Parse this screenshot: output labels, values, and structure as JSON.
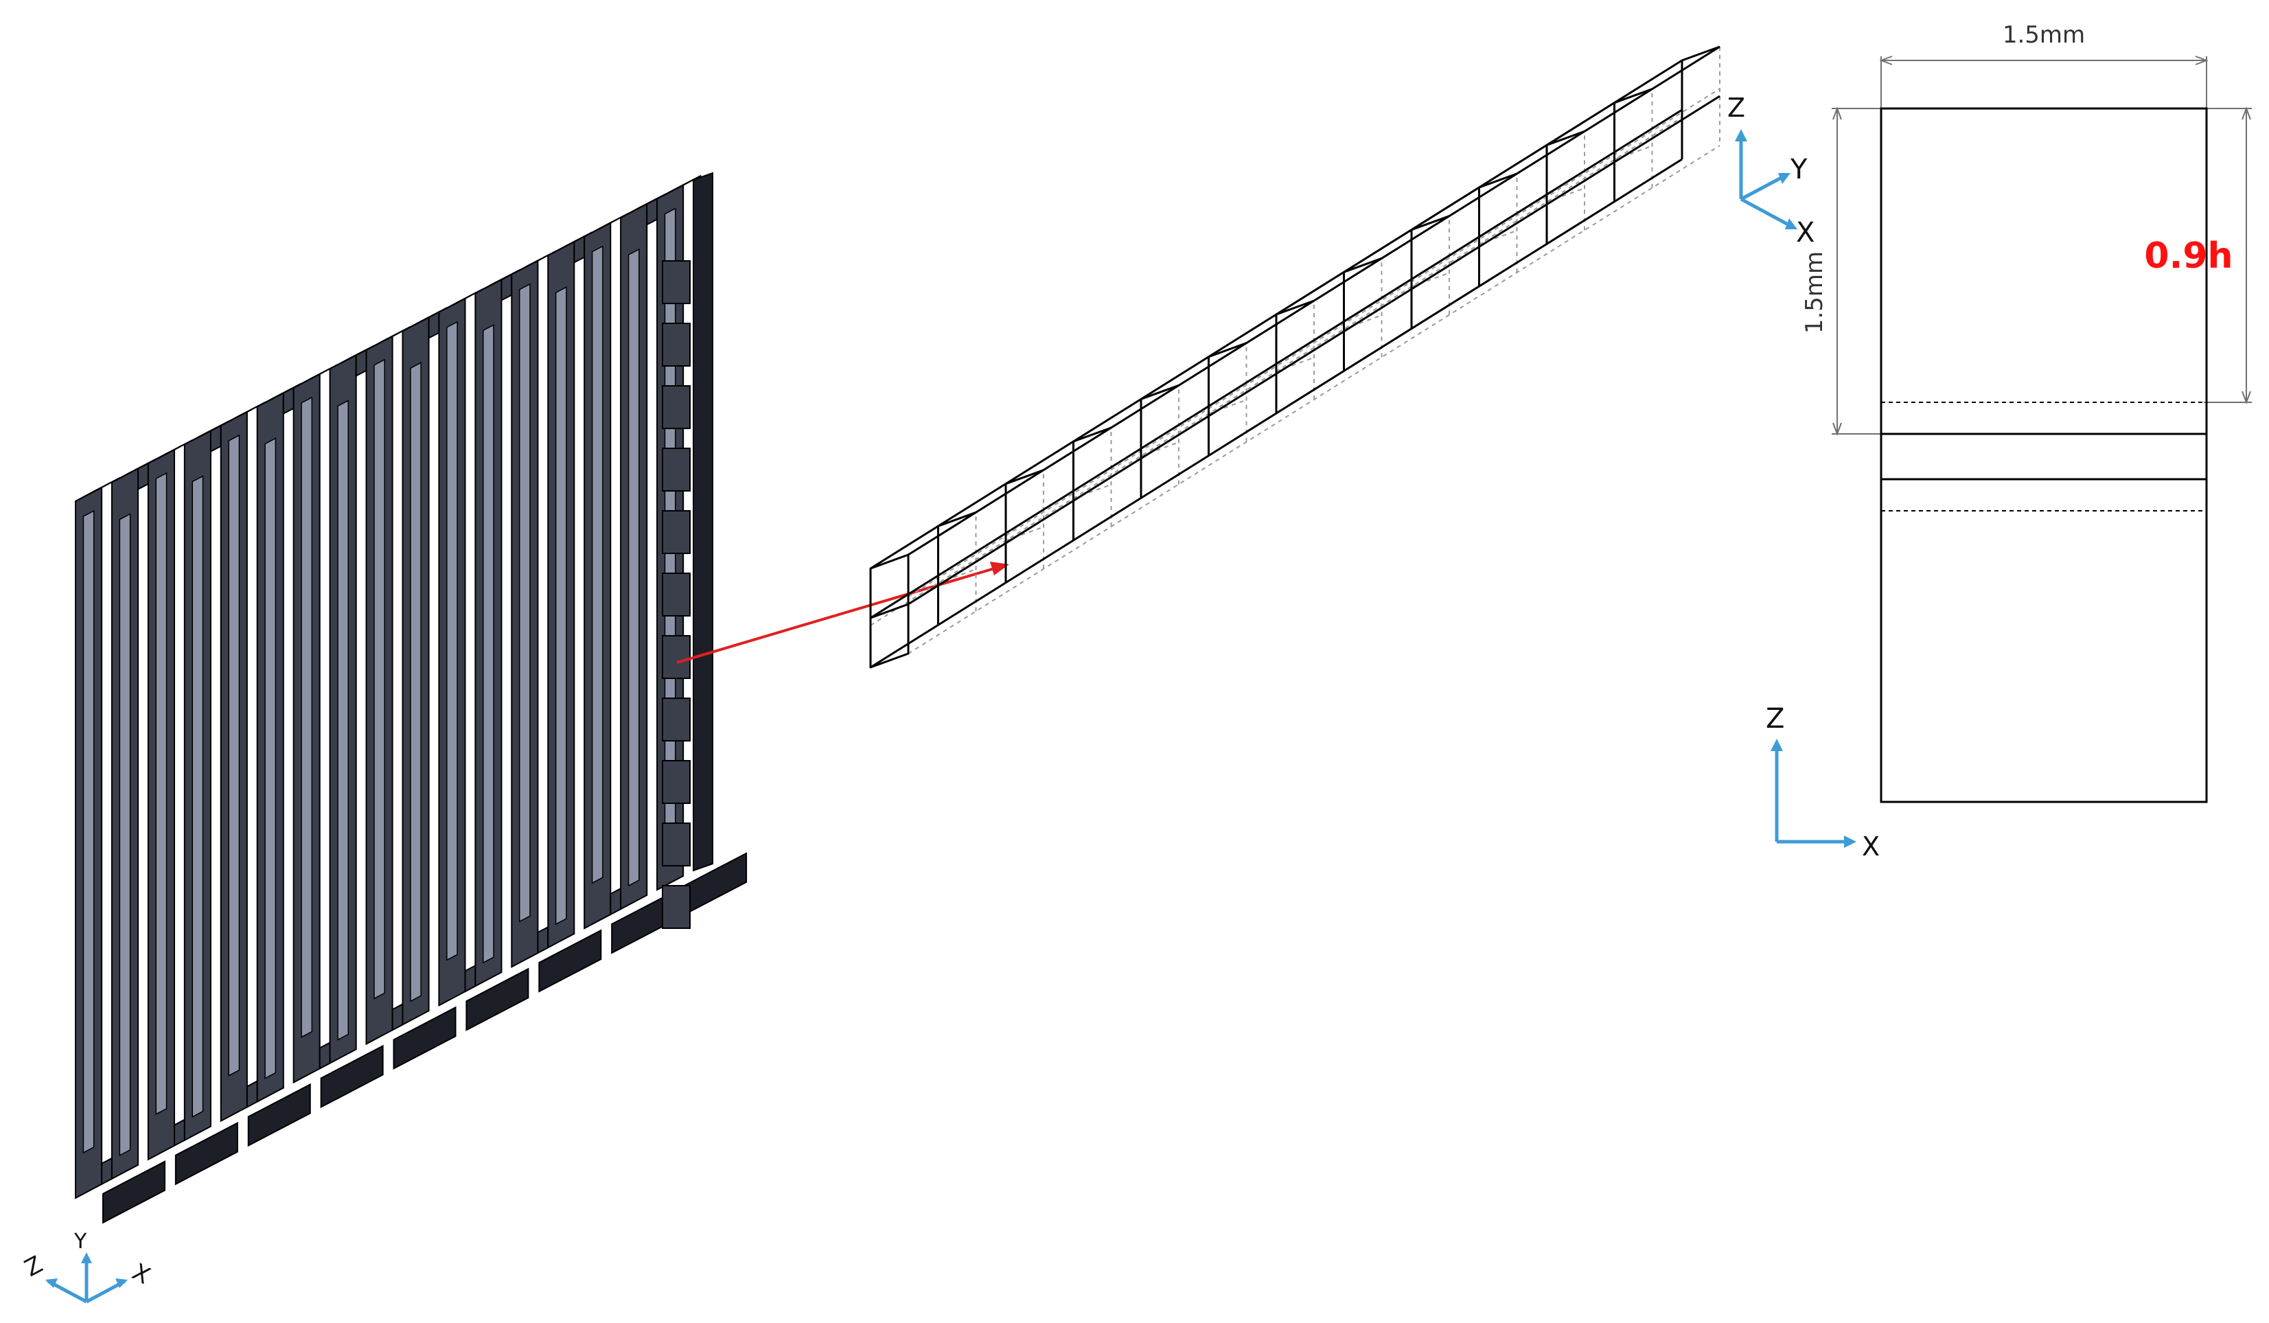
{
  "colors": {
    "solid_face": "#3b3f4c",
    "solid_dark": "#1c1f28",
    "slot": "#8d93a6",
    "edge": "#000000",
    "hidden_edge": "#9a9a9a",
    "axis_arrow": "#3f9bd6",
    "connector": "#e02020",
    "highlight": "#ff1010",
    "dimension_line": "#707070"
  },
  "left_view": {
    "triad_axes": [
      "Z",
      "Y",
      "X"
    ]
  },
  "middle_view": {
    "triad_axes": [
      "Z",
      "Y",
      "X"
    ]
  },
  "right_view": {
    "dim_width": "1.5mm",
    "dim_height": "1.5mm",
    "height_ratio_label": "0.9h",
    "triad_axes": [
      "Z",
      "X"
    ]
  }
}
